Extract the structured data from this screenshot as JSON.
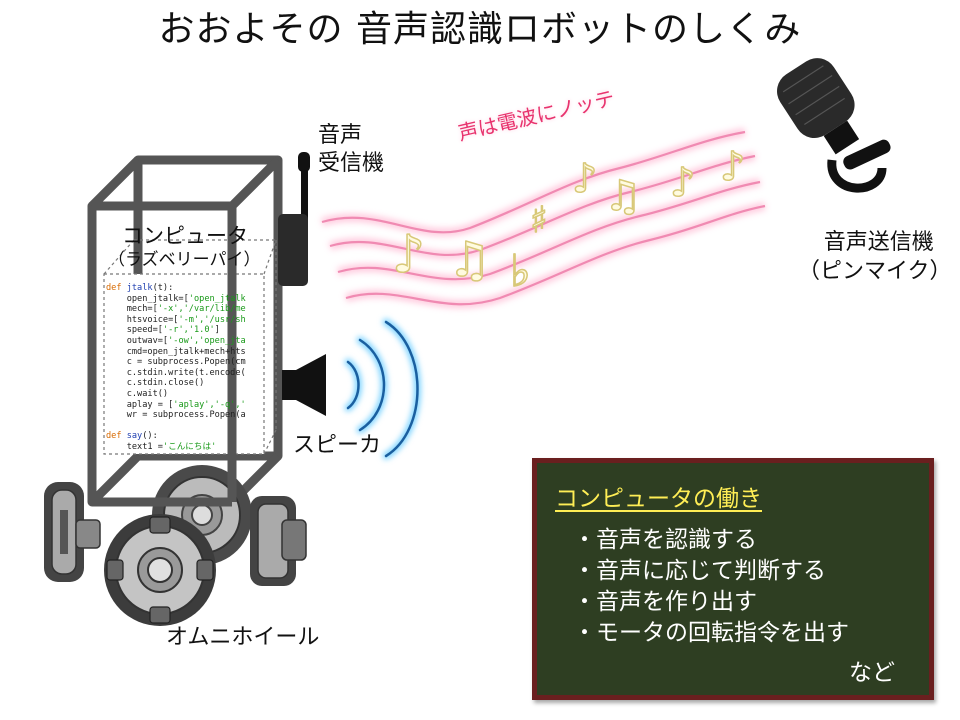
{
  "title": "おおよその 音声認識ロボットのしくみ",
  "labels": {
    "receiver": [
      "音声",
      "受信機"
    ],
    "computer": [
      "コンピュータ",
      "（ラズベリーパイ）"
    ],
    "speaker": "スピーカ",
    "transmitter": [
      "音声送信機",
      "（ピンマイク）"
    ],
    "wheel": "オムニホイール",
    "wave": "声は電波にノッテ"
  },
  "code_lines": [
    [
      [
        "kw",
        "def "
      ],
      [
        "fn",
        "jtalk"
      ],
      [
        "",
        "(t):"
      ]
    ],
    [
      [
        "",
        "    open_jtalk=["
      ],
      [
        "st",
        "'open_jtalk"
      ]
    ],
    [
      [
        "",
        "    mech=["
      ],
      [
        "st",
        "'-x','/var/lib/me"
      ]
    ],
    [
      [
        "",
        "    htsvoice=["
      ],
      [
        "st",
        "'-m','/usr/sh"
      ]
    ],
    [
      [
        "",
        "    speed=["
      ],
      [
        "st",
        "'-r','1.0'"
      ],
      [
        "",
        "]"
      ]
    ],
    [
      [
        "",
        "    outwav=["
      ],
      [
        "st",
        "'-ow','open_jta"
      ]
    ],
    [
      [
        "",
        "    cmd=open_jtalk+mech+hts"
      ]
    ],
    [
      [
        "",
        "    c = subprocess.Popen(cm"
      ]
    ],
    [
      [
        "",
        "    c.stdin.write(t.encode("
      ]
    ],
    [
      [
        "",
        "    c.stdin.close()"
      ]
    ],
    [
      [
        "",
        "    c.wait()"
      ]
    ],
    [
      [
        "",
        "    aplay = ["
      ],
      [
        "st",
        "'aplay','-q','"
      ]
    ],
    [
      [
        "",
        "    wr = subprocess.Popen(a"
      ]
    ],
    [
      [
        "",
        ""
      ]
    ],
    [
      [
        "kw",
        "def "
      ],
      [
        "fn",
        "say"
      ],
      [
        "",
        "():"
      ]
    ],
    [
      [
        "",
        "    text1 ="
      ],
      [
        "st",
        "'こんにちは'"
      ]
    ]
  ],
  "board": {
    "title": "コンピュータの働き",
    "items": [
      "・音声を認識する",
      "・音声に応じて判断する",
      "・音声を作り出す",
      "・モータの回転指令を出す"
    ],
    "tail": "など"
  },
  "colors": {
    "frame": "#555555",
    "wave": "#f2a6c4",
    "sound_wave": "#1aa0e0",
    "note_fill": "#fffde0",
    "note_stroke": "#e8d890",
    "board_bg": "#2e3e22",
    "board_border": "#6a1f1f",
    "board_title": "#ffee55"
  }
}
